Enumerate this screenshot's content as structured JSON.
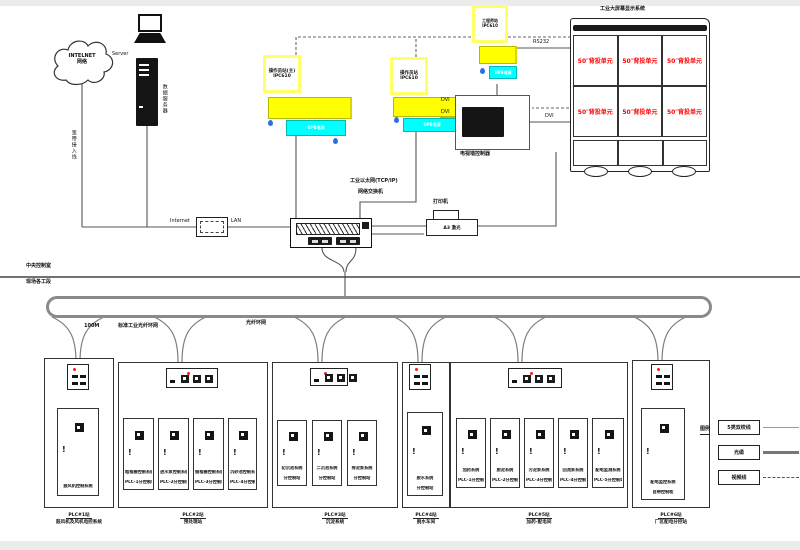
{
  "cloud": {
    "line1": "INTELNET",
    "line2": "网络"
  },
  "left_link_label": "宽带接入线",
  "server": {
    "label": "Server",
    "vertical_label": "数据服务器"
  },
  "router": {
    "left": "Internet",
    "right": "LAN"
  },
  "workstations": [
    {
      "line1": "操作员站(主)",
      "line2": "IPC610"
    },
    {
      "line1": "操作员站",
      "line2": "IPC610"
    },
    {
      "line1": "工程师站",
      "line2": "IPC610"
    }
  ],
  "ups_label": "UPS电源",
  "switch": {
    "label1": "工业以太网(TCP/IP)",
    "label2": "网络交换机"
  },
  "printer": {
    "label": "打印机",
    "body": "A3 激光"
  },
  "tv_controller": {
    "label": "电视墙控制器",
    "dvi_in1": "DVI",
    "dvi_in2": "DVI",
    "dvi_out": "DVI",
    "rs232": "RS232"
  },
  "display_wall": {
    "title": "工业大屏幕显示系统",
    "cells": [
      "50″背投单元",
      "50″背投单元",
      "50″背投单元",
      "50″背投单元",
      "50″背投单元",
      "50″背投单元"
    ]
  },
  "divider": {
    "top": "中央控制室",
    "bottom": "现场各工段"
  },
  "ring": {
    "speed": "100M",
    "label": "标准工业光纤环网",
    "label2": "光纤环网"
  },
  "stations": [
    {
      "plc": "PLC#1站",
      "name": "鼓风机及风机电控系统",
      "cabinets": [
        {
          "l1": "鼓风机控制系统",
          "l2": ""
        }
      ]
    },
    {
      "plc": "PLC#2站",
      "name": "预处理站",
      "cabinets": [
        {
          "l1": "粗格栅控制系统",
          "l2": "PLC-1分控制站"
        },
        {
          "l1": "进水泵控制系统",
          "l2": "PLC-2分控制站"
        },
        {
          "l1": "细格栅控制系统",
          "l2": "PLC-3分控制站"
        },
        {
          "l1": "沉砂池控制系统",
          "l2": "PLC-4分控制站"
        }
      ]
    },
    {
      "plc": "PLC#3站",
      "name": "沉淀系统",
      "cabinets": [
        {
          "l1": "初沉池系统",
          "l2": "分控制站"
        },
        {
          "l1": "二沉池系统",
          "l2": "分控制站"
        },
        {
          "l1": "排泥泵系统",
          "l2": "分控制站"
        }
      ]
    },
    {
      "plc": "PLC#4站",
      "name": "脱水车间",
      "cabinets": [
        {
          "l1": "脱水系统",
          "l2": "分控制站"
        }
      ]
    },
    {
      "plc": "PLC#5站",
      "name": "加药-配电间",
      "cabinets": [
        {
          "l1": "加药系统",
          "l2": "PLC-1分控制站"
        },
        {
          "l1": "脱泥系统",
          "l2": "PLC-2分控制站"
        },
        {
          "l1": "污泥泵系统",
          "l2": "PLC-3分控制站"
        },
        {
          "l1": "回流泵系统",
          "l2": "PLC-4分控制站"
        },
        {
          "l1": "配电监测系统",
          "l2": "PLC-5分控制站"
        }
      ]
    },
    {
      "plc": "PLC#6站",
      "name": "厂区配电分控站",
      "cabinets": [
        {
          "l1": "配电监控系统",
          "l2": "自带控制柜"
        }
      ]
    }
  ],
  "legend": {
    "title": "图例",
    "items": [
      {
        "label": "5类双绞线",
        "style": "thin"
      },
      {
        "label": "光缆",
        "style": "thick"
      },
      {
        "label": "视频线",
        "style": "dashed"
      }
    ]
  },
  "colors": {
    "workstation": "#ffff00",
    "ups": "#00ffff",
    "wall_text": "#ff0000",
    "ring_line": "#8a8a8a"
  }
}
